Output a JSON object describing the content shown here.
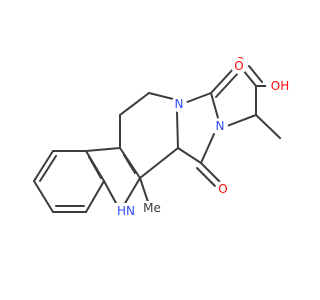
{
  "molecule": {
    "colors": {
      "bond": "#3c3c3c",
      "oxygen": "#ff0d0d",
      "nitrogen": "#3050f8",
      "carbon": "#3c3c3c",
      "background": "#ffffff"
    },
    "atom_labels": {
      "acid_oxygen_double": "O",
      "acid_hydroxyl": "OH",
      "upper_carbonyl_oxygen": "O",
      "lower_carbonyl_oxygen": "O",
      "ring_nitrogen_bridge": "N",
      "imide_nitrogen": "N",
      "indole_nitrogen": "HN",
      "methyl_group": "Me"
    }
  }
}
